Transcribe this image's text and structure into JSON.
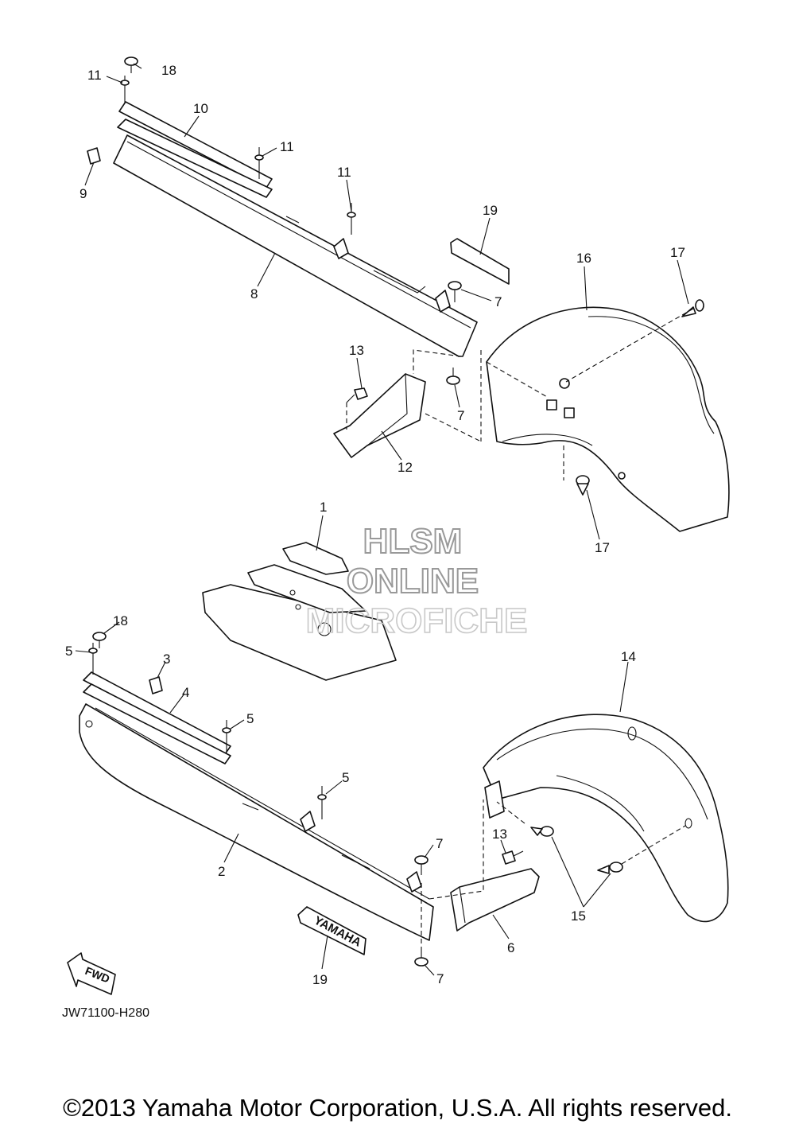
{
  "callouts": {
    "c1": "1",
    "c2": "2",
    "c3": "3",
    "c4": "4",
    "c5a": "5",
    "c5b": "5",
    "c5c": "5",
    "c6": "6",
    "c7a": "7",
    "c7b": "7",
    "c7c": "7",
    "c7d": "7",
    "c8": "8",
    "c9": "9",
    "c10": "10",
    "c11a": "11",
    "c11b": "11",
    "c11c": "11",
    "c12": "12",
    "c13a": "13",
    "c13b": "13",
    "c14": "14",
    "c15": "15",
    "c16": "16",
    "c17a": "17",
    "c17b": "17",
    "c18a": "18",
    "c18b": "18",
    "c19a": "19",
    "c19b": "19"
  },
  "watermark": {
    "line1": "HLSM",
    "line2": "ONLINE",
    "line3": "MICROFICHE"
  },
  "fwd_arrow_label": "FWD",
  "decal_text": "YAMAHA",
  "diagram_code": "JW71100-H280",
  "copyright": "©2013 Yamaha Motor Corporation, U.S.A. All rights reserved."
}
